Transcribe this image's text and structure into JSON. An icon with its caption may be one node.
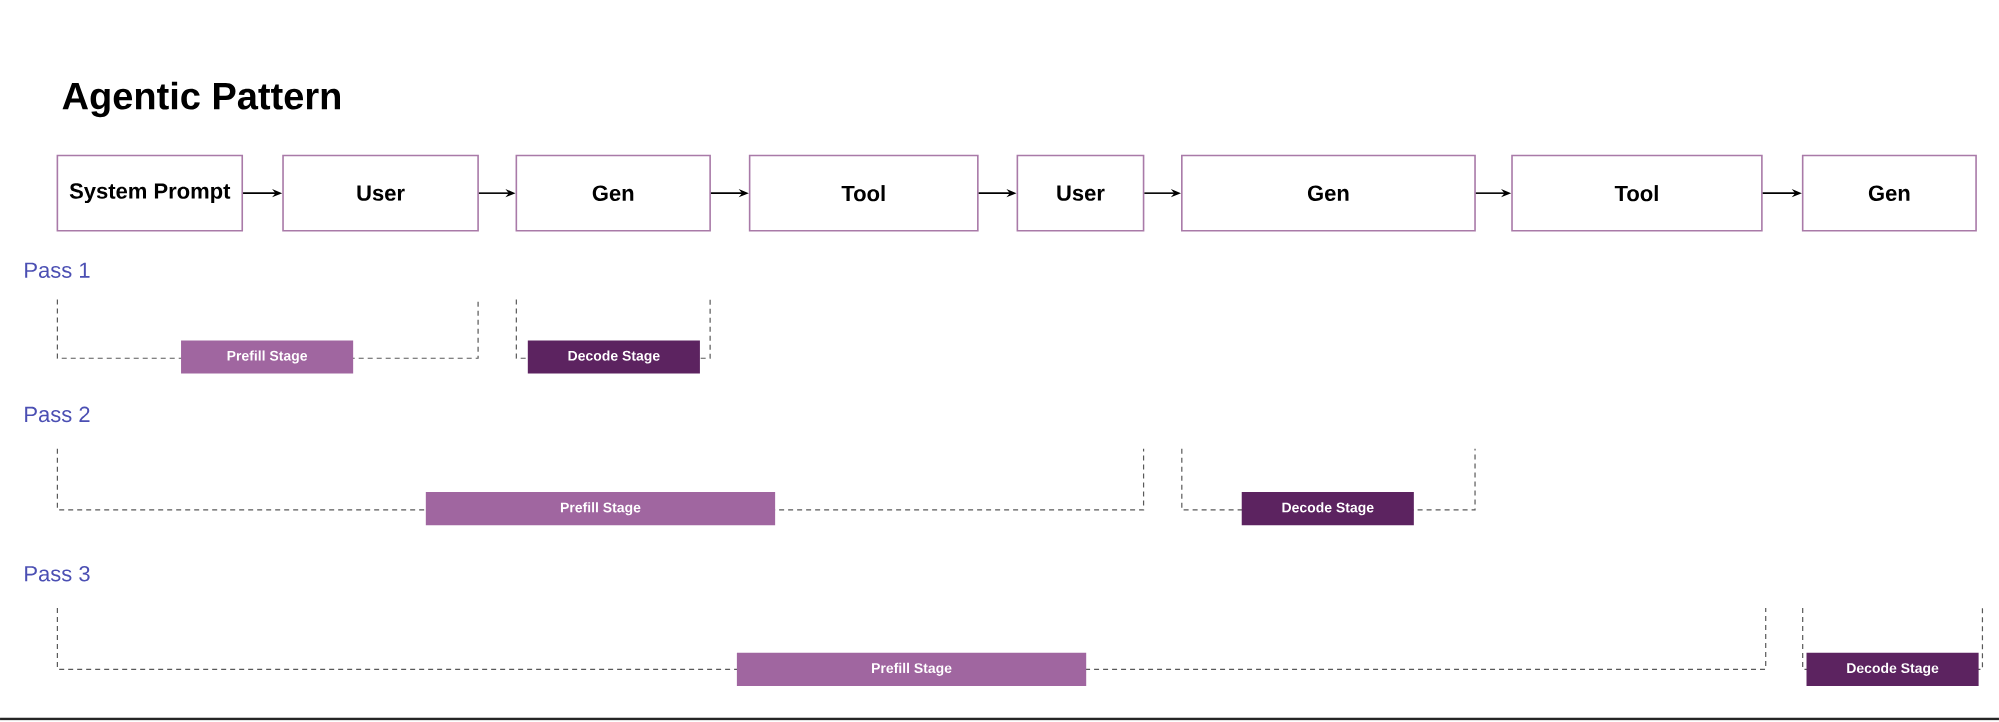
{
  "diagram": {
    "title": "Agentic Pattern",
    "nodes": [
      {
        "text": [
          "System Prompt"
        ]
      },
      {
        "text": [
          "User"
        ]
      },
      {
        "text": [
          "Gen"
        ]
      },
      {
        "text": [
          "Tool"
        ]
      },
      {
        "text": [
          "User"
        ]
      },
      {
        "text": [
          "Gen"
        ]
      },
      {
        "text": [
          "Tool"
        ]
      },
      {
        "text": [
          "Gen"
        ]
      },
      {
        "text": [
          "Prefill Stage"
        ]
      },
      {
        "text": [
          "Decode Stage"
        ]
      },
      {
        "text": [
          "Prefill Stage"
        ]
      },
      {
        "text": [
          "Decode Stage"
        ]
      },
      {
        "text": [
          "Prefill Stage"
        ]
      },
      {
        "text": [
          "Decode Stage"
        ]
      }
    ],
    "edges": [
      {
        "from": 0,
        "to": 1,
        "arrow": "to"
      },
      {
        "from": 1,
        "to": 2,
        "arrow": "to"
      },
      {
        "from": 2,
        "to": 3,
        "arrow": "to"
      },
      {
        "from": 3,
        "to": 4,
        "arrow": "to"
      },
      {
        "from": 4,
        "to": 5,
        "arrow": "to"
      },
      {
        "from": 5,
        "to": 6,
        "arrow": "to"
      },
      {
        "from": 6,
        "to": 7,
        "arrow": "to"
      }
    ],
    "labels": [
      "Pass 1",
      "Pass 2",
      "Pass 3"
    ]
  }
}
